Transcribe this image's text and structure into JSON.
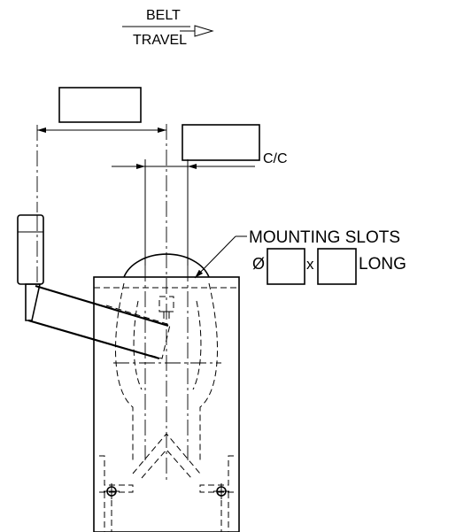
{
  "direction": {
    "line1": "BELT",
    "line2": "TRAVEL"
  },
  "dimensions": {
    "offset_value": "",
    "cc_value": "",
    "cc_suffix": "C/C"
  },
  "callout": {
    "title": "MOUNTING SLOTS",
    "diameter_symbol": "Ø",
    "diameter_value": "",
    "times_symbol": "x",
    "length_value": "",
    "length_suffix": "LONG"
  }
}
